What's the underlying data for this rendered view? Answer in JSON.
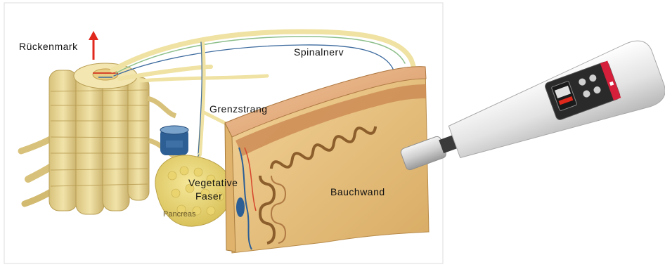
{
  "labels": {
    "spinal_cord": "Rückenmark",
    "spinal_nerve": "Spinalnerv",
    "sympathetic_trunk": "Grenzstrang",
    "vegetative_fiber_line1": "Vegetative",
    "vegetative_fiber_line2": "Faser",
    "pancreas": "Pancreas",
    "abdominal_wall": "Bauchwand"
  },
  "colors": {
    "background": "#ffffff",
    "panel_border": "#d9d9d9",
    "nerve_yellow": "#efe2a2",
    "tissue_tan": "#e7c27c",
    "muscle_brown": "#8c5e2c",
    "vessel_blue": "#2d5f95",
    "arrow_red": "#e0281c",
    "device_body": "#e6e6e6",
    "device_panel": "#2a2a2a",
    "device_accent": "#d61f3a"
  },
  "icons": {
    "up_arrow": "up-arrow-icon",
    "device": "handheld-device-icon"
  }
}
